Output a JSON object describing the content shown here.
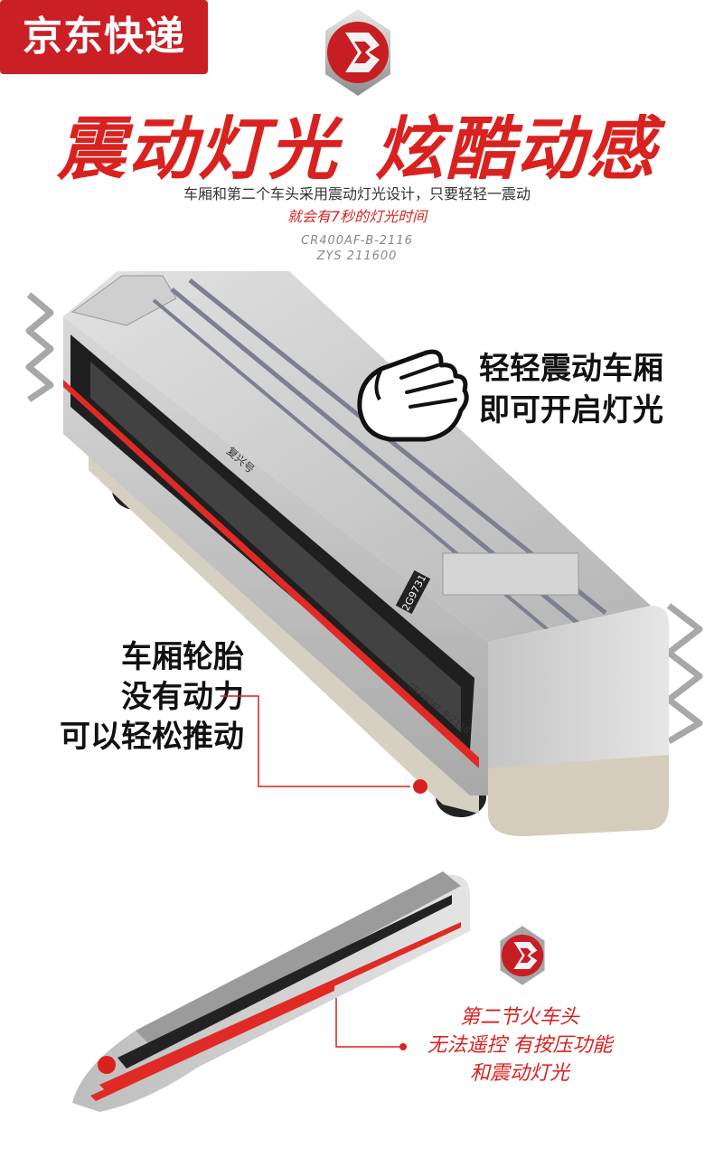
{
  "badge": {
    "label": "京东快递"
  },
  "header": {
    "title_left": "震动灯光",
    "title_right": "炫酷动感",
    "description": "车厢和第二个车头采用震动灯光设计，只要轻轻一震动",
    "description_highlight": "就会有7秒的灯光时间",
    "model_code_1": "CR400AF-B-2116",
    "model_code_2": "ZYS 211600"
  },
  "callouts": {
    "shake_line1": "轻轻震动车厢",
    "shake_line2": "即可开启灯光",
    "wheel_line1": "车厢轮胎",
    "wheel_line2": "没有动力",
    "wheel_line3": "可以轻松推动",
    "head_line1": "第二节火车头",
    "head_line2": "无法遥控 有按压功能",
    "head_line3": "和震动灯光"
  },
  "train": {
    "car_number": "2G9731",
    "car_side_text": "CR400AF-B-2116",
    "car_name": "复兴号"
  },
  "colors": {
    "brand_red": "#d9221f",
    "badge_red": "#c91f25",
    "body_silver": "#c8c8c8"
  }
}
